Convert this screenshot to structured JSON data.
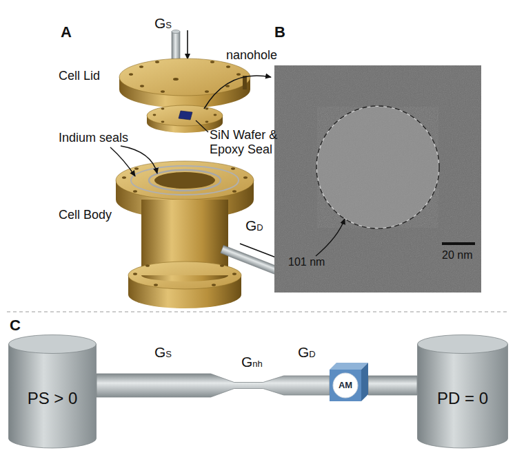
{
  "diagram": {
    "nodes": [
      {
        "text": [
          "PS > 0"
        ]
      },
      {
        "text": [
          "AM"
        ]
      },
      {
        "text": [
          "PD = 0"
        ]
      }
    ],
    "edges": [
      {
        "from": 0,
        "to": 1,
        "arrow": "none"
      },
      {
        "from": 1,
        "to": 2,
        "arrow": "none"
      }
    ],
    "labels": [
      "A",
      "GS",
      "Cell Lid",
      "nanohole",
      "B",
      "SiN Wafer & Epoxy Seal",
      "Indium seals",
      "Cell Body",
      "GD",
      "101 nm",
      "20 nm",
      "C",
      "GS",
      "Gnh",
      "GD"
    ]
  }
}
